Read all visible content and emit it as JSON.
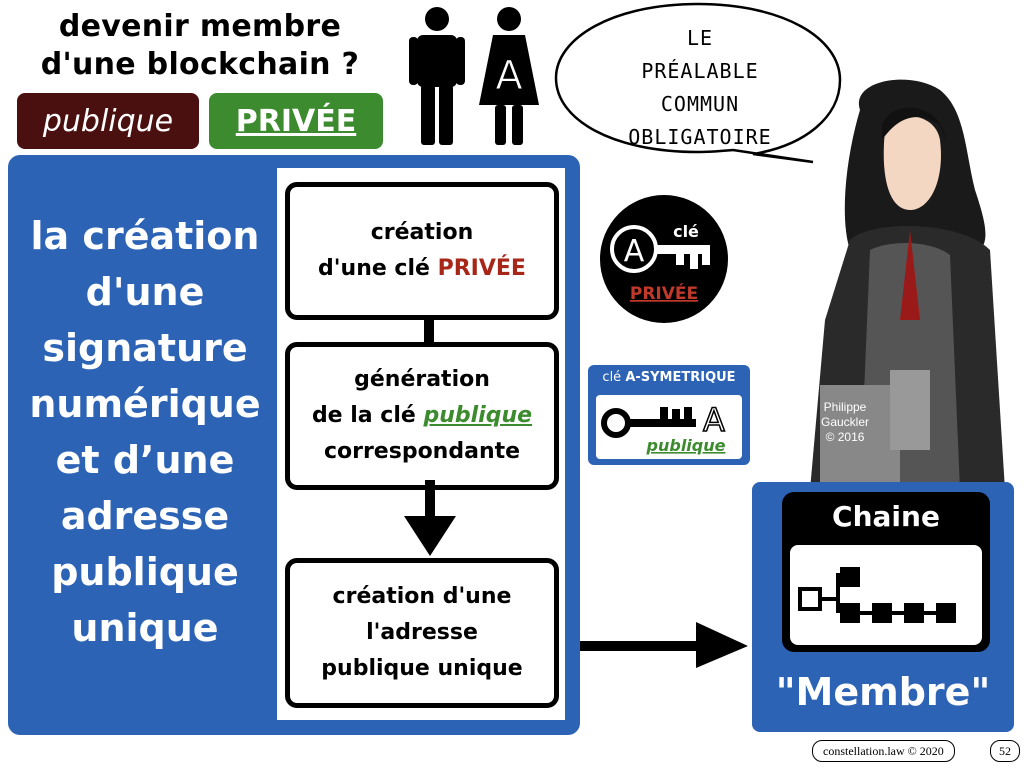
{
  "title": {
    "line1": "devenir membre",
    "line2": "d'une blockchain ?"
  },
  "pills": {
    "public": "publique",
    "private": "PRIVÉE"
  },
  "bubble": {
    "lines": [
      "LE",
      "PRÉALABLE",
      "COMMUN",
      "OBLIGATOIRE"
    ]
  },
  "left_panel": {
    "lines": [
      "la création",
      "d'une",
      "signature",
      "numérique",
      "et d’une",
      "adresse",
      "publique",
      "unique"
    ]
  },
  "steps": {
    "step1_line1": "création",
    "step1_line2a": "d'une clé ",
    "step1_line2b": "PRIVÉE",
    "step2_line1": "génération",
    "step2_line2a": "de la clé ",
    "step2_line2b": "publique",
    "step2_line3": "correspondante",
    "step3_line1": "création d'une",
    "step3_line2": "l'adresse",
    "step3_line3": "publique unique"
  },
  "key_circle": {
    "letter": "A",
    "cle": "clé",
    "label": "PRIVÉE"
  },
  "key_badge": {
    "prefix": "clé ",
    "label": "A-SYMETRIQUE",
    "letter": "A",
    "sub": "publique"
  },
  "credit": {
    "line1": "Philippe",
    "line2": "Gauckler",
    "line3": "© 2016"
  },
  "member": {
    "chain_title": "Chaine",
    "label": "\"Membre\""
  },
  "footer": {
    "text": "constellation.law © 2020",
    "page": "52"
  },
  "colors": {
    "blue": "#2c63b5",
    "green": "#3d8b2f",
    "maroon": "#4a0f0f",
    "red": "#a82618"
  }
}
